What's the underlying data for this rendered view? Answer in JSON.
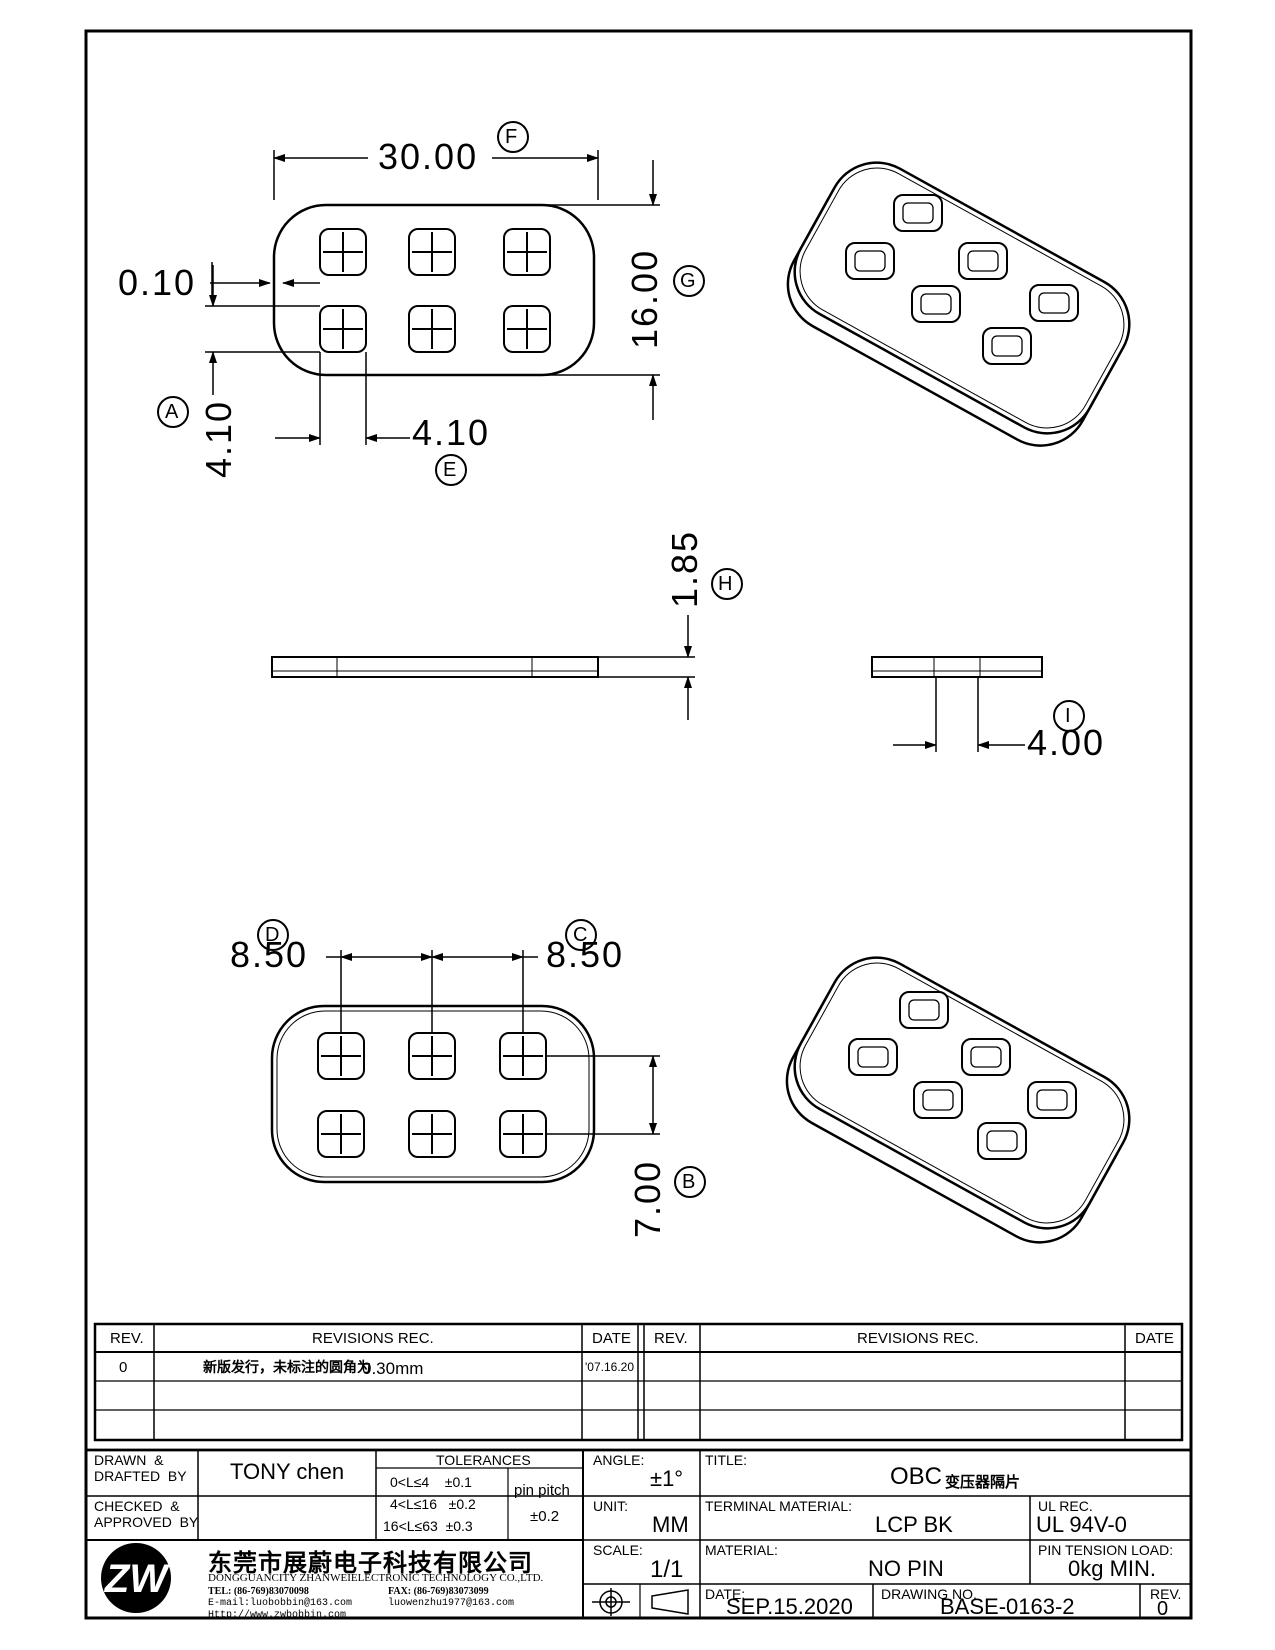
{
  "dimensions": {
    "width_label": "30.00",
    "height_label": "16.00",
    "gap_label": "0.10",
    "pitch_y_label": "4.10",
    "pitch_x_label": "4.10",
    "thickness_label": "1.85",
    "side_width_label": "4.00",
    "spacing_left_label": "8.50",
    "spacing_right_label": "8.50",
    "row_pitch_label": "7.00"
  },
  "callouts": {
    "a": "A",
    "b": "B",
    "c": "C",
    "d": "D",
    "e": "E",
    "f": "F",
    "g": "G",
    "h": "H",
    "i": "I"
  },
  "revisions": {
    "rev_header": "REV.",
    "rec_header": "REVISIONS    REC.",
    "date_header": "DATE",
    "rows": [
      {
        "rev": "0",
        "note": "新版发行，未标注的圆角为",
        "value": "0.30mm",
        "date": "'07.16.20"
      }
    ]
  },
  "title_block": {
    "drawn_label": "DRAWN  &\nDRAFTED  BY",
    "drawn_by": "TONY  chen",
    "checked_label": "CHECKED  &\nAPPROVED  BY",
    "tolerances_title": "TOLERANCES",
    "tol_rows": [
      "0<L≤4    ±0.1",
      "4<L≤16   ±0.2",
      "16<L≤63  ±0.3"
    ],
    "pin_pitch_label": "pin  pitch",
    "pin_pitch_value": "±0.2",
    "angle_label": "ANGLE:",
    "angle_value": "±1°",
    "unit_label": "UNIT:",
    "unit_value": "MM",
    "scale_label": "SCALE:",
    "scale_value": "1/1",
    "title_label": "TITLE:",
    "title_prefix": "OBC",
    "title_suffix": "变压器隔片",
    "terminal_label": "TERMINAL  MATERIAL:",
    "terminal_value": "LCP  BK",
    "ul_label": "UL  REC.",
    "ul_value": "UL  94V-0",
    "material_label": "MATERIAL:",
    "material_value": "NO  PIN",
    "pin_tension_label": "PIN  TENSION  LOAD:",
    "pin_tension_value": "0kg  MIN.",
    "date_label": "DATE:",
    "date_value": "SEP.15.2020",
    "drawing_no_label": "DRAWING  NO.",
    "drawing_no_value": "BASE-0163-2",
    "rev_label": "REV.",
    "rev_value": "0",
    "company_cn": "东莞市展蔚电子科技有限公司",
    "company_en": "DONGGUANCITY  ZHANWEIELECTRONIC  TECHNOLOGY  CO.,LTD.",
    "tel": "TEL: (86-769)83070098",
    "fax": "FAX: (86-769)83073099",
    "email1": "E-mail:luobobbin@163.com",
    "email2": "luowenzhu1977@163.com",
    "web": "Http://www.zwbobbin.com",
    "logo_text": "ZW"
  }
}
